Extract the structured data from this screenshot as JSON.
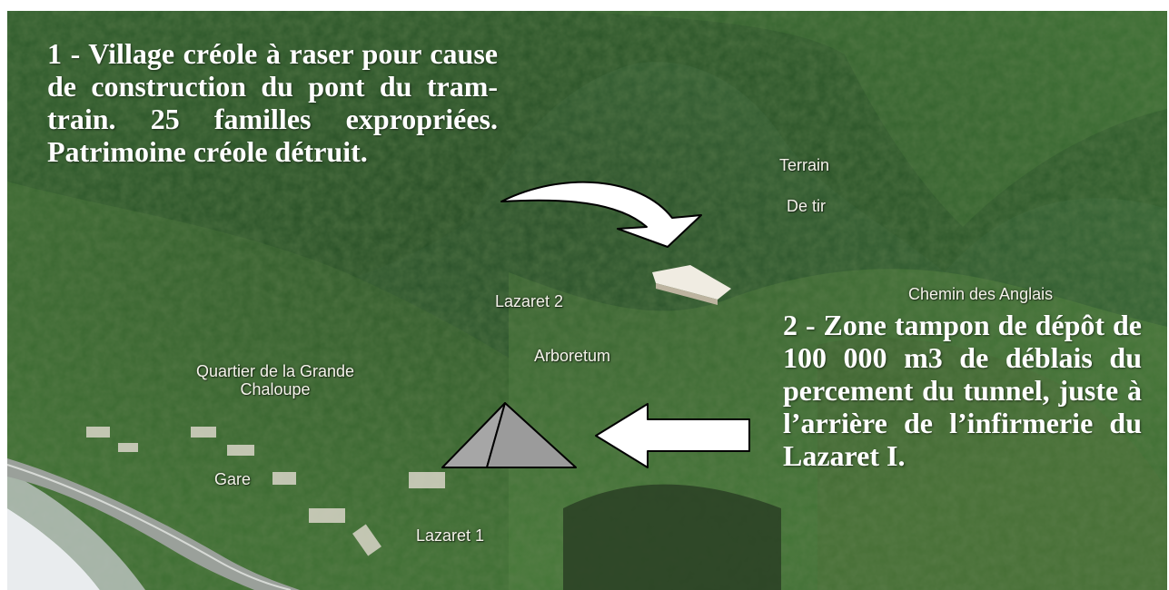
{
  "annotations": {
    "village": "1 - Village créole à raser pour cause de construction du pont du tram-train. 25 familles expropriées. Patrimoine créole détruit.",
    "zone": "2 - Zone tampon de dépôt de 100 000 m3 de déblais du percement du tunnel, juste à l’arrière de l’infirmerie du Lazaret I."
  },
  "places": {
    "terrain": "Terrain",
    "de_tir": "De tir",
    "chemin": "Chemin des Anglais",
    "lazaret2": "Lazaret 2",
    "arboretum": "Arboretum",
    "quartier_1": "Quartier de la Grande",
    "quartier_2": "Chaloupe",
    "gare": "Gare",
    "lazaret1": "Lazaret 1"
  },
  "colors": {
    "annotation_text": "#ffffff",
    "arrow_fill": "#ffffff",
    "pyramid_fill": "#a6a6a6"
  },
  "icons": {
    "curved_arrow": "curved-arrow-icon",
    "left_arrow": "left-arrow-icon",
    "pyramid": "pyramid-icon"
  }
}
